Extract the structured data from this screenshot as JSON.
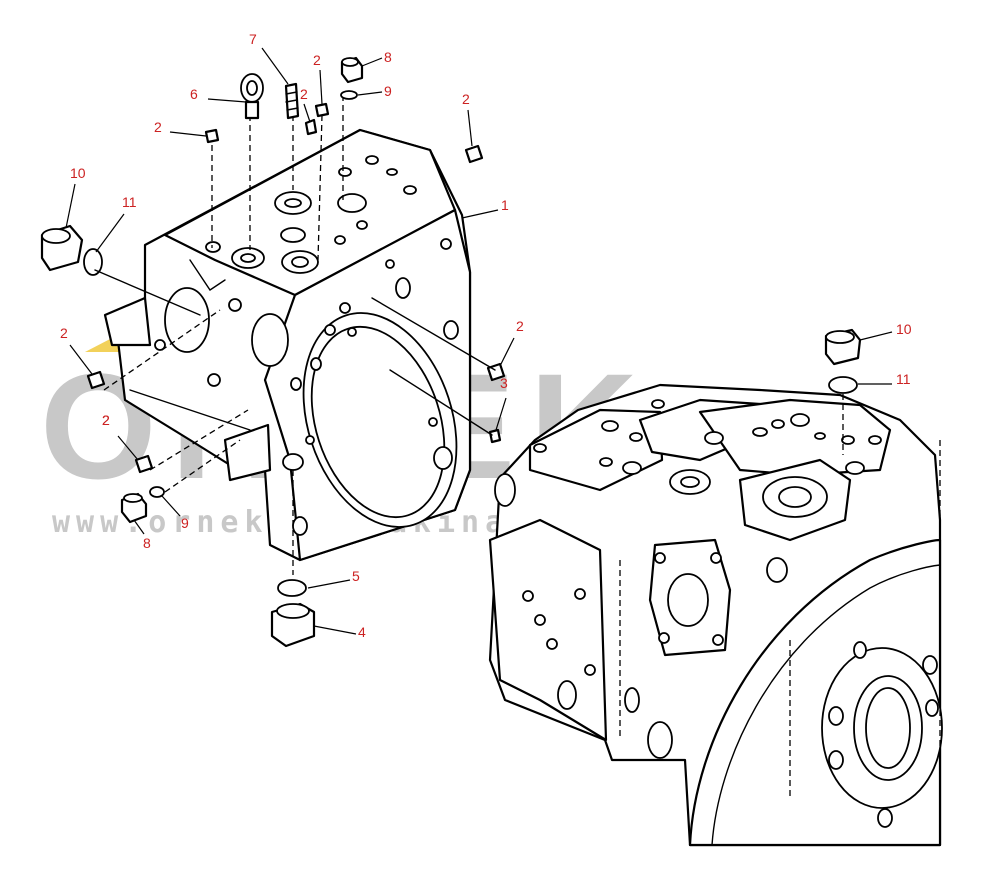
{
  "watermark": {
    "logo_text": "ORNEK",
    "url_text": "www.ornekismamakinalari.com.tr",
    "color": "#c8c8c8",
    "accent_color": "#f2d15a"
  },
  "colors": {
    "callout": "#cc2222",
    "line": "#000000",
    "background": "#ffffff"
  },
  "callouts": [
    {
      "label": "7"
    },
    {
      "label": "2"
    },
    {
      "label": "8"
    },
    {
      "label": "6"
    },
    {
      "label": "2"
    },
    {
      "label": "9"
    },
    {
      "label": "2"
    },
    {
      "label": "2"
    },
    {
      "label": "2"
    },
    {
      "label": "10"
    },
    {
      "label": "11"
    },
    {
      "label": "1"
    },
    {
      "label": "2"
    },
    {
      "label": "2"
    },
    {
      "label": "3"
    },
    {
      "label": "2"
    },
    {
      "label": "9"
    },
    {
      "label": "8"
    },
    {
      "label": "5"
    },
    {
      "label": "4"
    },
    {
      "label": "10"
    },
    {
      "label": "11"
    }
  ]
}
